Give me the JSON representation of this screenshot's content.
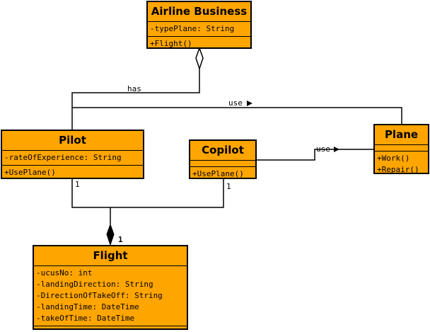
{
  "classes": {
    "airline": {
      "name": "Airline Business",
      "attributes": [
        "-typePlane: String"
      ],
      "operations": [
        "+Flight()"
      ]
    },
    "pilot": {
      "name": "Pilot",
      "attributes": [
        "-rateOfExperience: String"
      ],
      "operations": [
        "+UsePlane()"
      ]
    },
    "copilot": {
      "name": "Copilot",
      "attributes": [],
      "operations": [
        "+UsePlane()"
      ]
    },
    "plane": {
      "name": "Plane",
      "attributes": [],
      "operations": [
        "+Work()",
        "+Repair()"
      ]
    },
    "flight": {
      "name": "Flight",
      "attributes": [
        "-ucusNo: int",
        "-landingDirection: String",
        "-DirectionOfTakeOff: String",
        "-landingTime: DateTime",
        "-takeOfTime: DateTime"
      ],
      "operations": []
    }
  },
  "relations": {
    "has_label": "has",
    "use_top_label": "use",
    "use_side_label": "use",
    "pilot_mult": "1",
    "copilot_mult": "1",
    "flight_mult": "1"
  }
}
